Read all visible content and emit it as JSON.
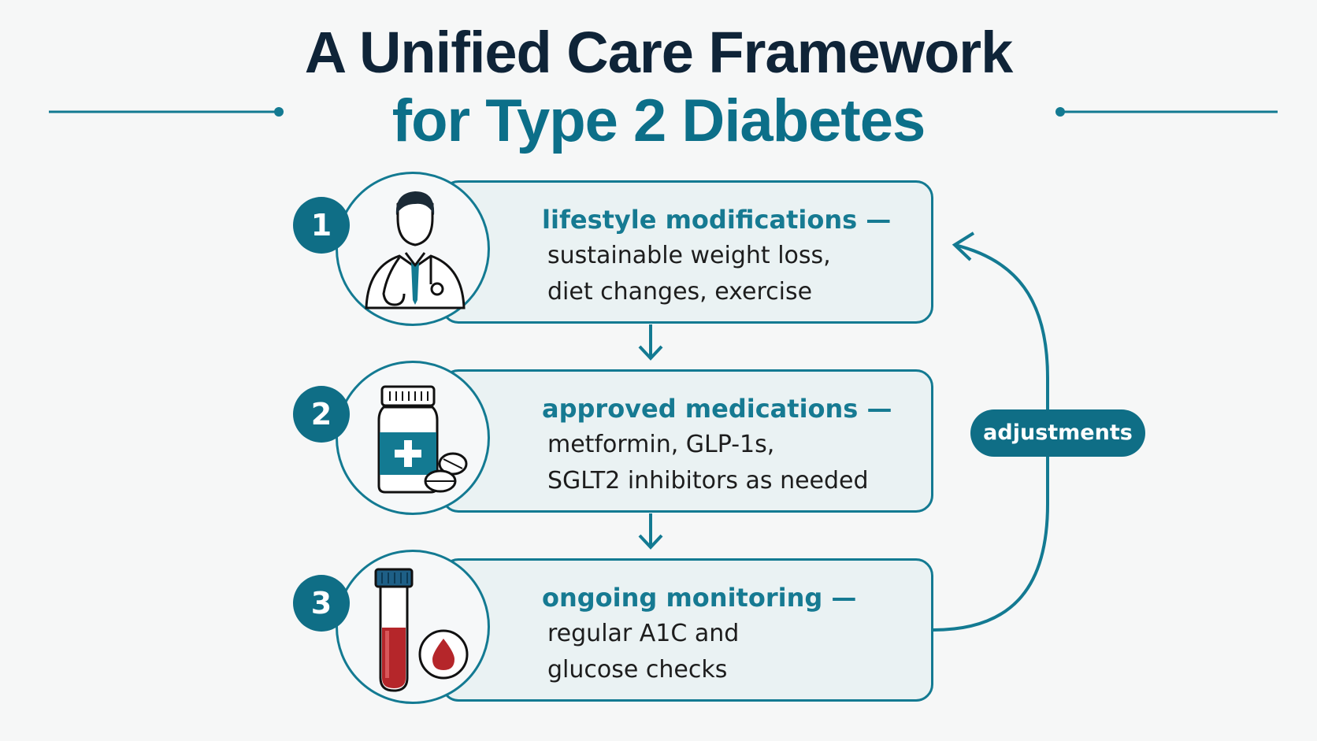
{
  "title": {
    "line1": "A Unified Care Framework",
    "line2": "for Type 2 Diabetes"
  },
  "colors": {
    "navy": "#0f2438",
    "teal": "#137a92",
    "teal_dark": "#0f6e86",
    "card_bg": "#eaf2f3",
    "blood_red": "#b5262a"
  },
  "steps": [
    {
      "number": "1",
      "icon": "doctor-icon",
      "heading": "lifestyle modifications —",
      "lines": [
        "sustainable weight loss,",
        "diet changes, exercise"
      ]
    },
    {
      "number": "2",
      "icon": "medication-bottle-icon",
      "heading": "approved medications —",
      "lines": [
        "metformin, GLP-1s,",
        "SGLT2 inhibitors as needed"
      ]
    },
    {
      "number": "3",
      "icon": "blood-test-tube-icon",
      "heading": "ongoing monitoring —",
      "lines": [
        "regular A1C and",
        "glucose checks"
      ]
    }
  ],
  "feedback": {
    "label": "adjustments"
  }
}
